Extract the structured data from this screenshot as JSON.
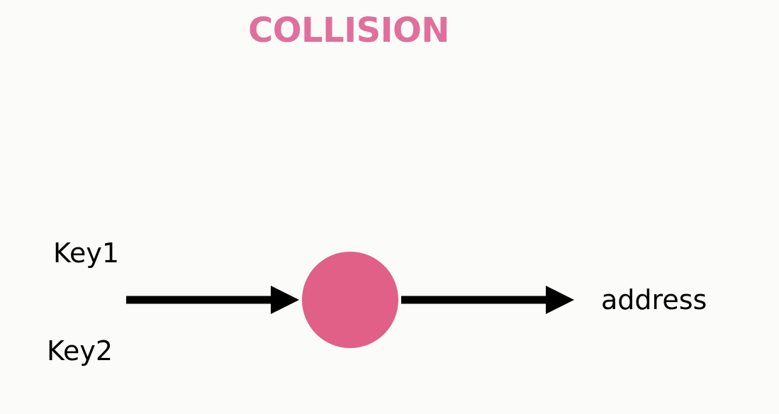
{
  "title": "COLLISION",
  "inputs": [
    "Key1",
    "Key2"
  ],
  "output": "address",
  "colors": {
    "title": "#e0709b",
    "hash_node": "#e06087",
    "arrow": "#000000",
    "background": "#fbfbf9"
  }
}
